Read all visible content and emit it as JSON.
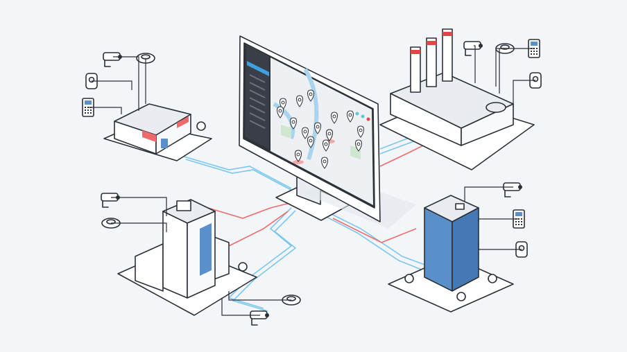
{
  "colors": {
    "background": "#f3f6f9",
    "outline": "#2b2f36",
    "cable_blue": "#7cc6ee",
    "cable_red": "#ef6b6b",
    "glass_blue": "#5b8fc9",
    "alert_red": "#e04848",
    "screen_sidebar": "#3a3f47",
    "map_green": "#cfe6cf",
    "river": "#a9d3ee"
  },
  "monitor": {
    "app": "security-map-dashboard",
    "sidebar_items": 7,
    "normal_markers": 16,
    "alert_markers": 2,
    "window_dots": [
      "#5ec6d6",
      "#5ec6d6",
      "#e04848"
    ]
  },
  "sites": [
    {
      "name": "retail-store",
      "devices": [
        "camera",
        "smoke-detector",
        "motion-sensor",
        "keypad"
      ]
    },
    {
      "name": "factory",
      "devices": [
        "camera",
        "smoke-detector",
        "keypad",
        "motion-sensor"
      ]
    },
    {
      "name": "office-complex",
      "devices": [
        "camera",
        "smoke-detector",
        "smoke-detector",
        "camera"
      ]
    },
    {
      "name": "glass-tower",
      "devices": [
        "camera",
        "keypad",
        "motion-sensor"
      ]
    }
  ]
}
